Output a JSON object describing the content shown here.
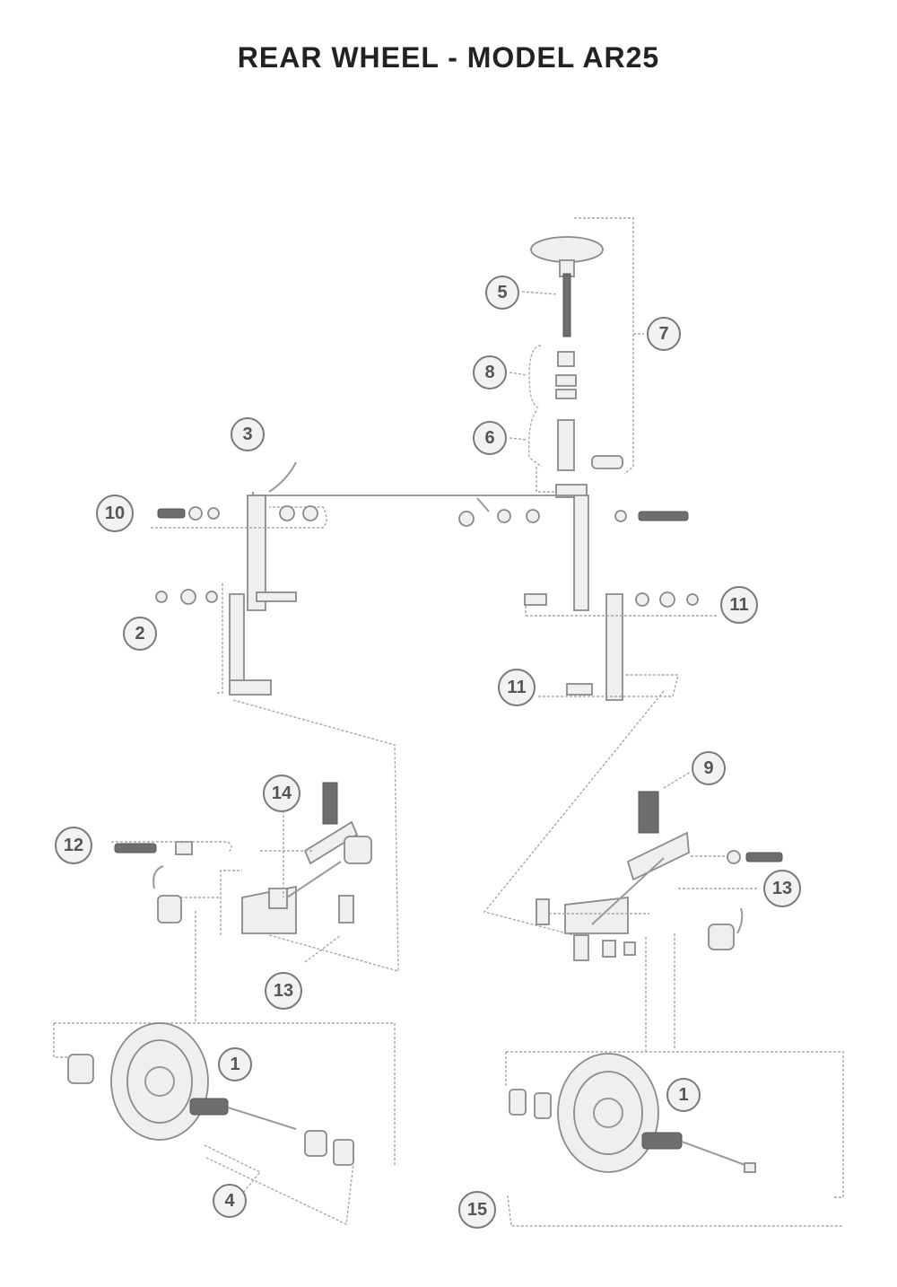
{
  "title": "REAR WHEEL - MODEL AR25",
  "callouts": [
    "5",
    "7",
    "8",
    "6",
    "3",
    "10",
    "11",
    "2",
    "11",
    "9",
    "14",
    "12",
    "13",
    "13",
    "1",
    "4",
    "1",
    "15"
  ]
}
